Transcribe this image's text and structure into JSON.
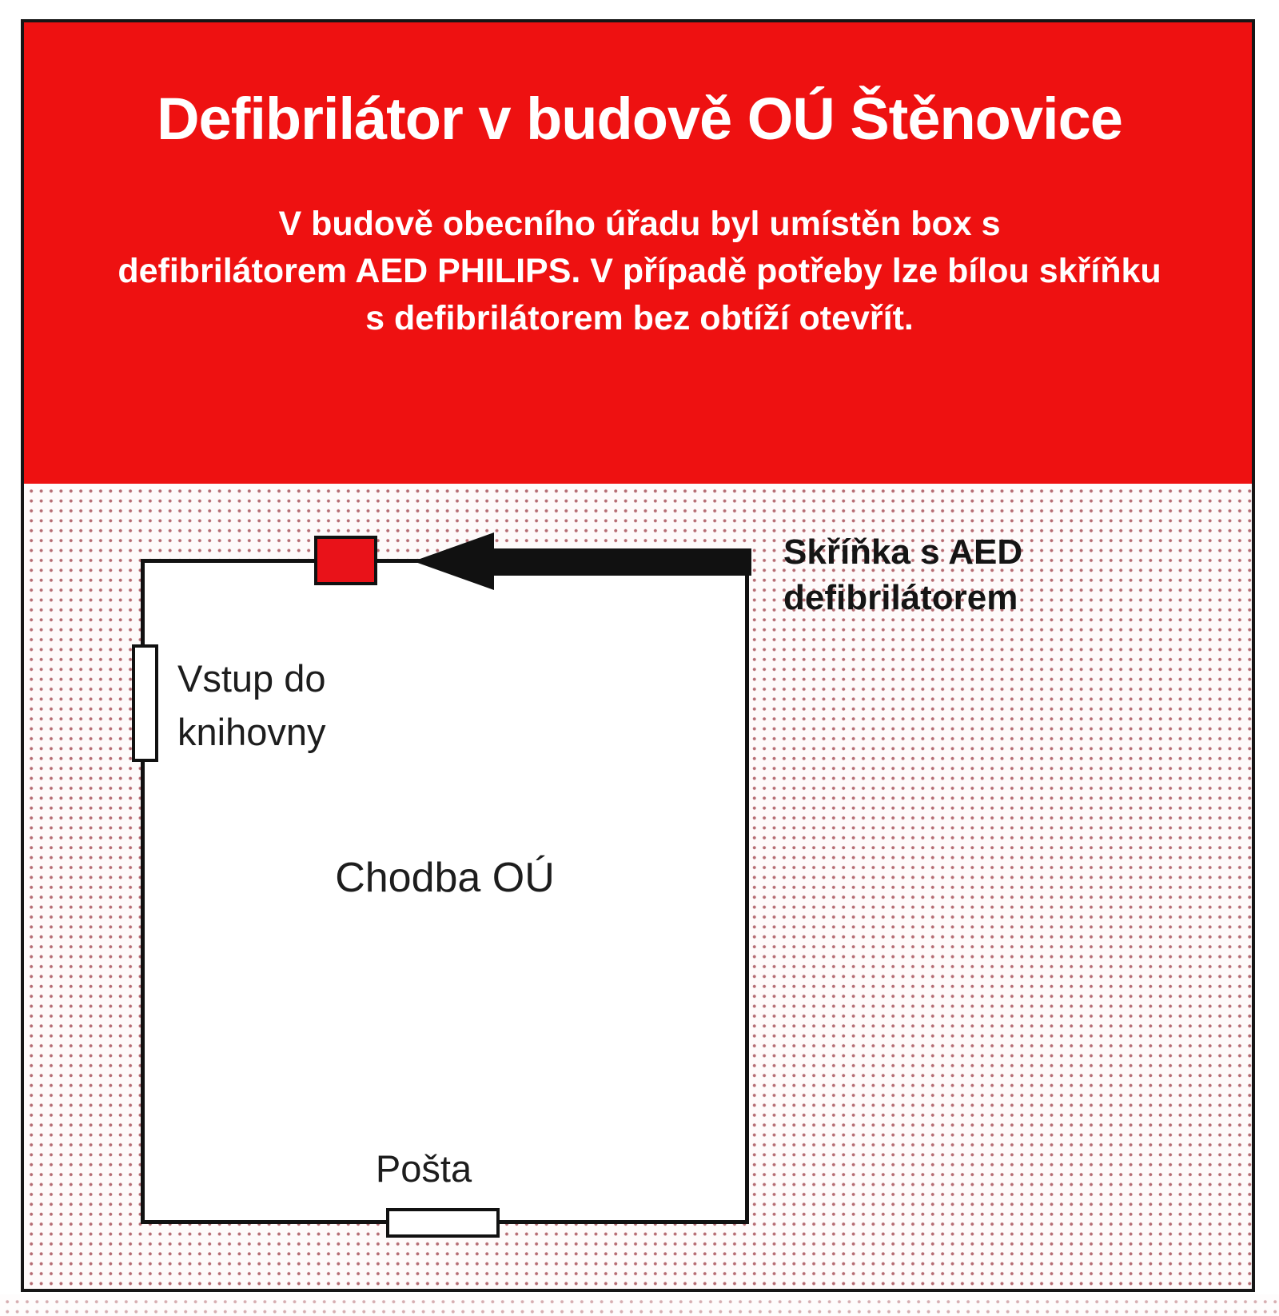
{
  "poster": {
    "title": "Defibrilátor v budově OÚ Štěnovice",
    "body_lines": [
      "V budově obecního úřadu byl umístěn box s",
      "defibrilátorem AED PHILIPS. V případě potřeby lze bílou skříňku",
      "s defibrilátorem bez obtíží otevřít."
    ]
  },
  "floorplan": {
    "room_label": "Chodba OÚ",
    "cabinet_label_lines": [
      "Skříňka s AED",
      "defibrilátorem"
    ],
    "library_door_label_lines": [
      "Vstup do",
      "knihovny"
    ],
    "post_door_label": "Pošta"
  },
  "colors": {
    "banner_red": "#ee1111",
    "marker_red": "#e91219",
    "frame_black": "#161616",
    "dot_red": "#a8525a"
  }
}
